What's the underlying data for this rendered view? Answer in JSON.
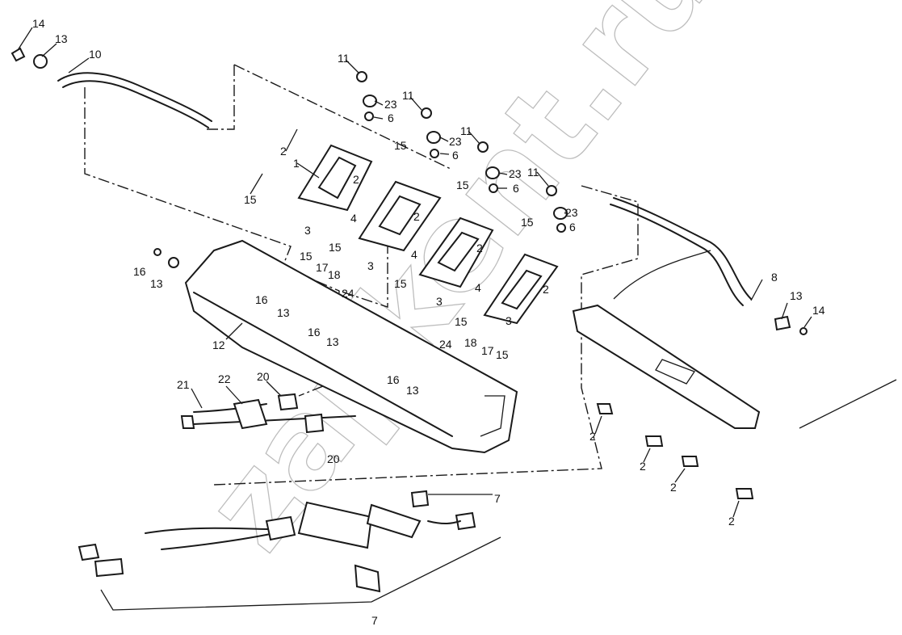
{
  "watermark": "zapkent.ru",
  "callouts": {
    "c14a": "14",
    "c13a": "13",
    "c10": "10",
    "c11a": "11",
    "c23a": "23",
    "c6a": "6",
    "c11b": "11",
    "c23b": "23",
    "c6b": "6",
    "c11c": "11",
    "c23c": "23",
    "c6c": "6",
    "c11d": "11",
    "c23d": "23",
    "c6d": "6",
    "c2a": "2",
    "c1": "1",
    "c15a": "15",
    "c15b": "15",
    "c2b": "2",
    "c15c": "15",
    "c4a": "4",
    "c3a": "3",
    "c15d": "15",
    "c2c": "2",
    "c4b": "4",
    "c3b": "3",
    "c15e": "15",
    "c15f": "15",
    "c2d": "2",
    "c4c": "4",
    "c3c": "3",
    "c2e": "2",
    "c3d": "3",
    "c15g": "15",
    "c16a": "16",
    "c13b": "13",
    "c15h": "15",
    "c17a": "17",
    "c18a": "18",
    "c24a": "24",
    "c16b": "16",
    "c13c": "13",
    "c12": "12",
    "c16c": "16",
    "c13d": "13",
    "c24b": "24",
    "c18b": "18",
    "c17b": "17",
    "c15i": "15",
    "c21": "21",
    "c22": "22",
    "c20a": "20",
    "c16d": "16",
    "c13e": "13",
    "c20b": "20",
    "c8": "8",
    "c13f": "13",
    "c14b": "14",
    "c2f": "2",
    "c2g": "2",
    "c2h": "2",
    "c2i": "2",
    "c7a": "7",
    "c7b": "7"
  }
}
